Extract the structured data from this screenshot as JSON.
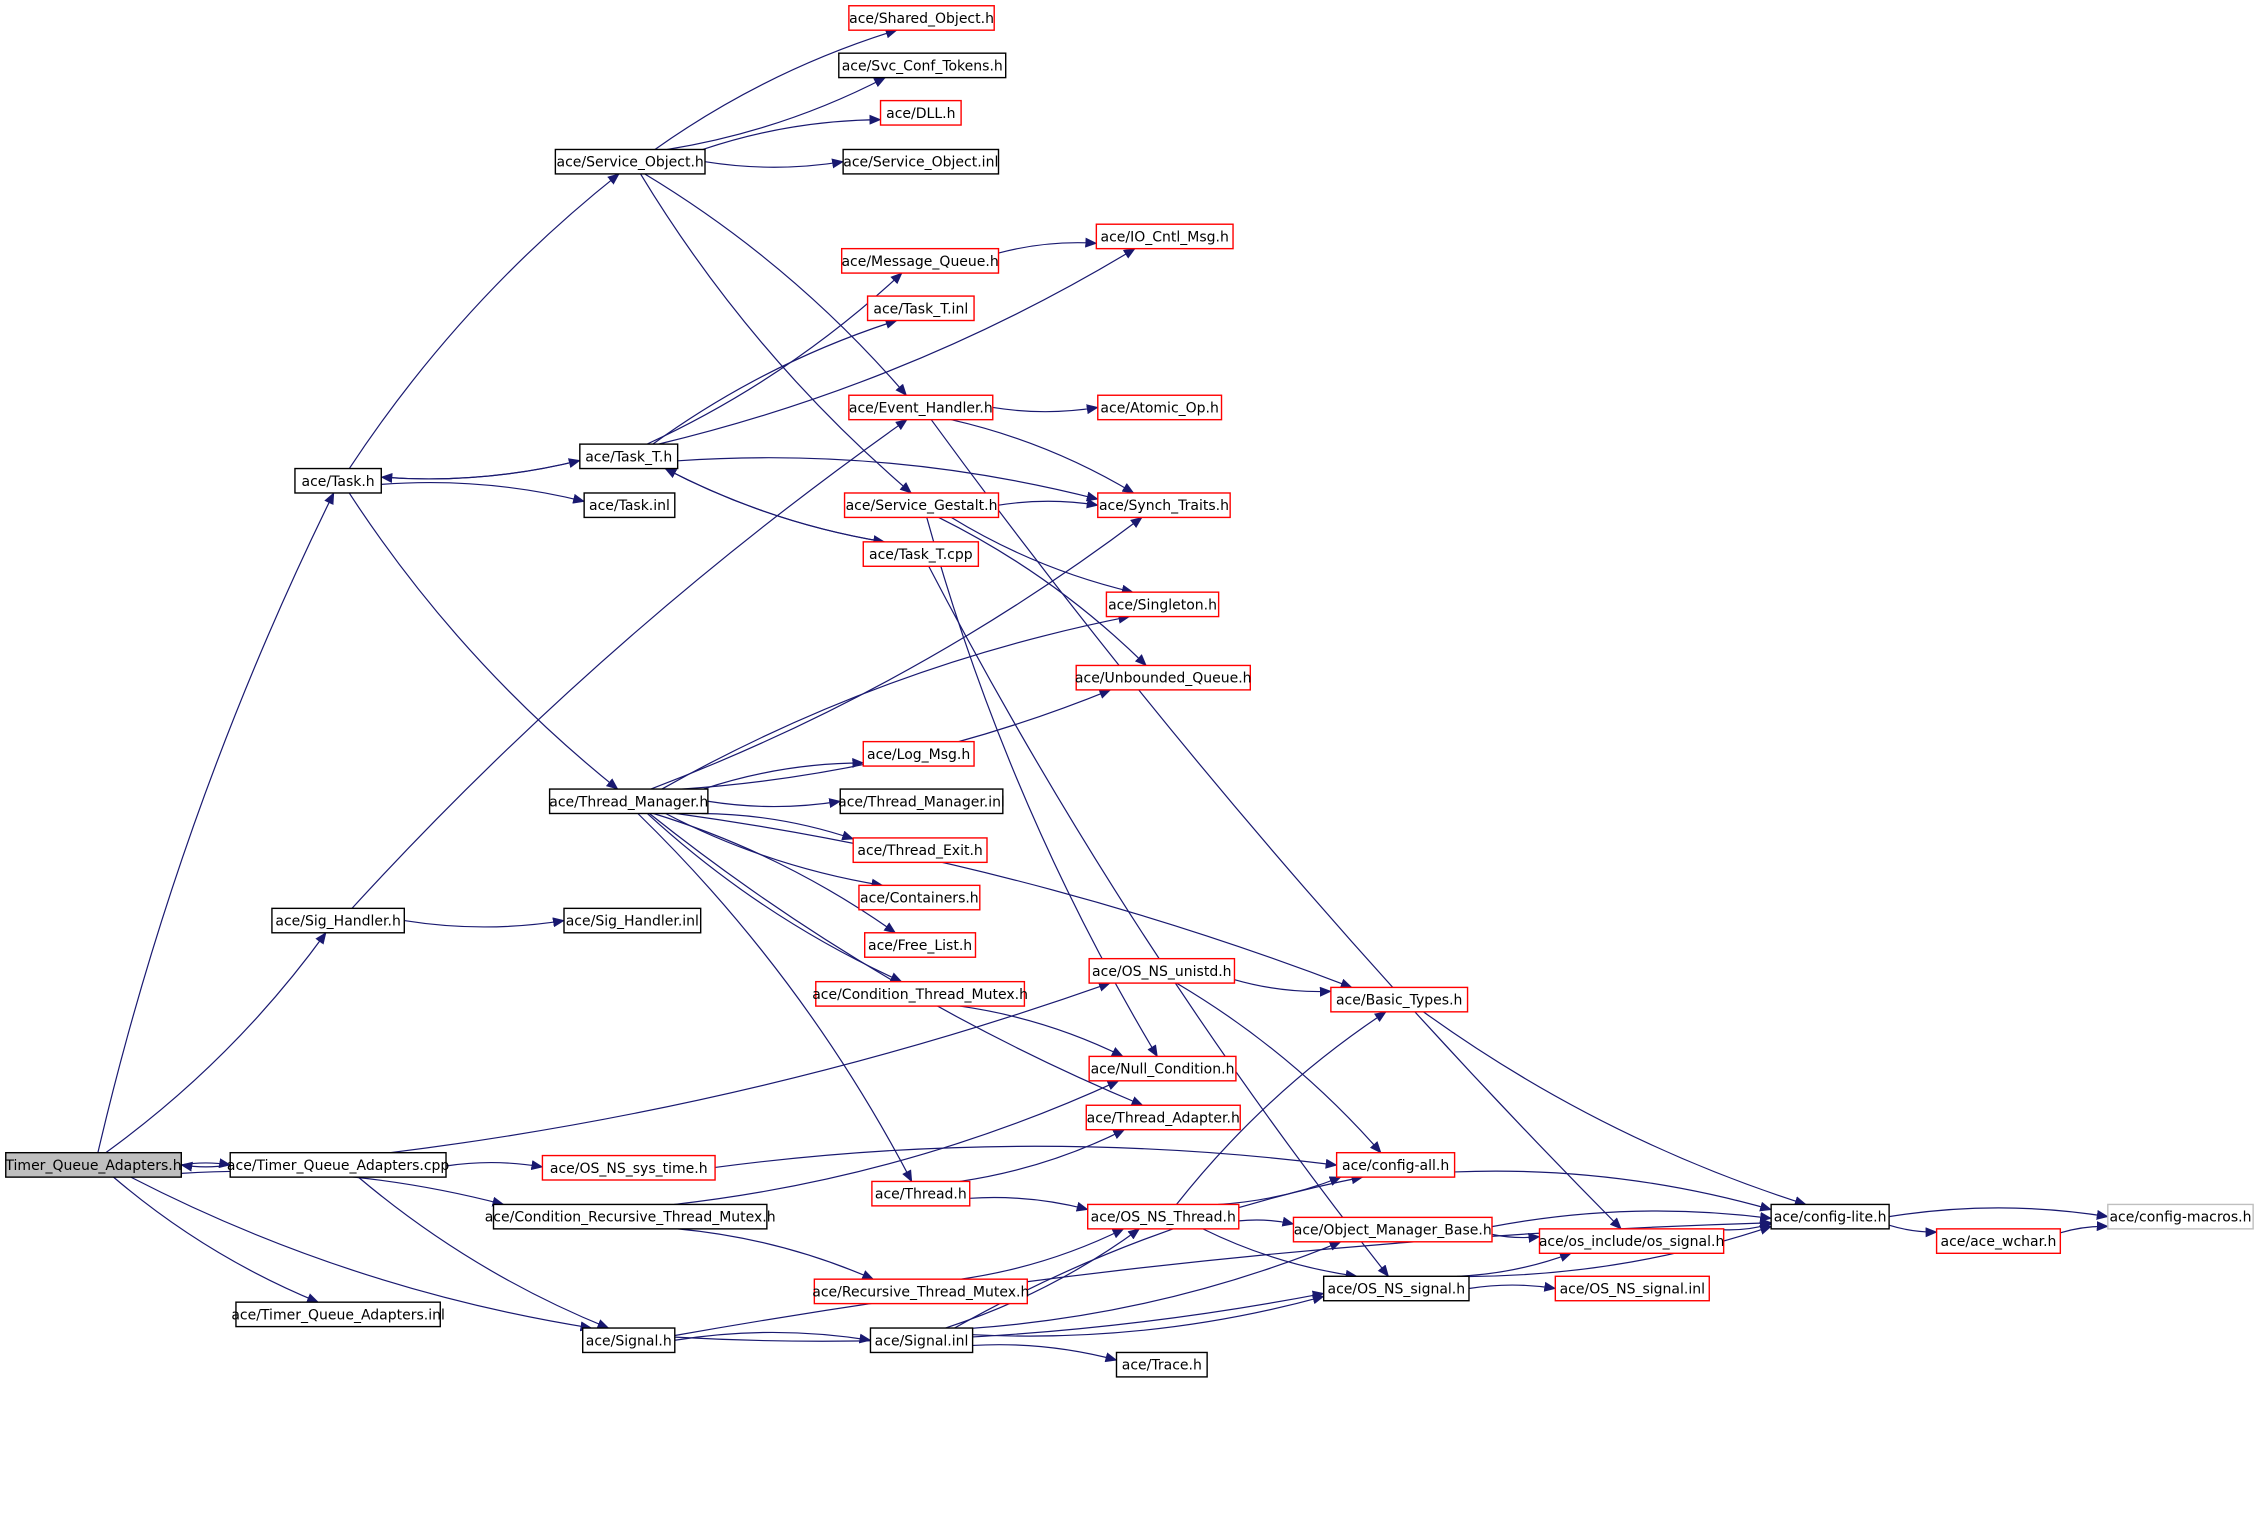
{
  "colors": {
    "edge": "#191970",
    "root_fill": "#bfbfbf",
    "documented_border": "#000000",
    "undocumented_border": "#ff0000",
    "external_border": "#bfbfbf",
    "background": "#ffffff"
  },
  "nodes": [
    {
      "id": "root",
      "label": "Timer_Queue_Adapters.h",
      "kind": "root"
    },
    {
      "id": "timer_cpp",
      "label": "ace/Timer_Queue_Adapters.cpp",
      "kind": "documented"
    },
    {
      "id": "timer_inl",
      "label": "ace/Timer_Queue_Adapters.inl",
      "kind": "documented"
    },
    {
      "id": "task_h",
      "label": "ace/Task.h",
      "kind": "documented"
    },
    {
      "id": "sig_handler_h",
      "label": "ace/Sig_Handler.h",
      "kind": "documented"
    },
    {
      "id": "sig_handler_inl",
      "label": "ace/Sig_Handler.inl",
      "kind": "documented"
    },
    {
      "id": "service_object_h",
      "label": "ace/Service_Object.h",
      "kind": "documented"
    },
    {
      "id": "shared_object_h",
      "label": "ace/Shared_Object.h",
      "kind": "undocumented"
    },
    {
      "id": "svc_conf_tokens_h",
      "label": "ace/Svc_Conf_Tokens.h",
      "kind": "documented"
    },
    {
      "id": "dll_h",
      "label": "ace/DLL.h",
      "kind": "undocumented"
    },
    {
      "id": "service_object_inl",
      "label": "ace/Service_Object.inl",
      "kind": "documented"
    },
    {
      "id": "io_cntl_msg_h",
      "label": "ace/IO_Cntl_Msg.h",
      "kind": "undocumented"
    },
    {
      "id": "message_queue_h",
      "label": "ace/Message_Queue.h",
      "kind": "undocumented"
    },
    {
      "id": "task_t_inl",
      "label": "ace/Task_T.inl",
      "kind": "undocumented"
    },
    {
      "id": "event_handler_h",
      "label": "ace/Event_Handler.h",
      "kind": "undocumented"
    },
    {
      "id": "atomic_op_h",
      "label": "ace/Atomic_Op.h",
      "kind": "undocumented"
    },
    {
      "id": "task_t_h",
      "label": "ace/Task_T.h",
      "kind": "documented"
    },
    {
      "id": "task_inl",
      "label": "ace/Task.inl",
      "kind": "documented"
    },
    {
      "id": "service_gestalt_h",
      "label": "ace/Service_Gestalt.h",
      "kind": "undocumented"
    },
    {
      "id": "synch_traits_h",
      "label": "ace/Synch_Traits.h",
      "kind": "undocumented"
    },
    {
      "id": "task_t_cpp",
      "label": "ace/Task_T.cpp",
      "kind": "undocumented"
    },
    {
      "id": "singleton_h",
      "label": "ace/Singleton.h",
      "kind": "undocumented"
    },
    {
      "id": "unbounded_queue_h",
      "label": "ace/Unbounded_Queue.h",
      "kind": "undocumented"
    },
    {
      "id": "log_msg_h",
      "label": "ace/Log_Msg.h",
      "kind": "undocumented"
    },
    {
      "id": "thread_manager_h",
      "label": "ace/Thread_Manager.h",
      "kind": "documented"
    },
    {
      "id": "thread_manager_inl",
      "label": "ace/Thread_Manager.inl",
      "kind": "documented"
    },
    {
      "id": "thread_exit_h",
      "label": "ace/Thread_Exit.h",
      "kind": "undocumented"
    },
    {
      "id": "containers_h",
      "label": "ace/Containers.h",
      "kind": "undocumented"
    },
    {
      "id": "free_list_h",
      "label": "ace/Free_List.h",
      "kind": "undocumented"
    },
    {
      "id": "condition_thread_mutex_h",
      "label": "ace/Condition_Thread_Mutex.h",
      "kind": "undocumented"
    },
    {
      "id": "os_ns_unistd_h",
      "label": "ace/OS_NS_unistd.h",
      "kind": "undocumented"
    },
    {
      "id": "basic_types_h",
      "label": "ace/Basic_Types.h",
      "kind": "undocumented"
    },
    {
      "id": "null_condition_h",
      "label": "ace/Null_Condition.h",
      "kind": "undocumented"
    },
    {
      "id": "thread_adapter_h",
      "label": "ace/Thread_Adapter.h",
      "kind": "undocumented"
    },
    {
      "id": "os_ns_sys_time_h",
      "label": "ace/OS_NS_sys_time.h",
      "kind": "undocumented"
    },
    {
      "id": "thread_h",
      "label": "ace/Thread.h",
      "kind": "undocumented"
    },
    {
      "id": "config_all_h",
      "label": "ace/config-all.h",
      "kind": "undocumented"
    },
    {
      "id": "condition_recursive_h",
      "label": "ace/Condition_Recursive_Thread_Mutex.h",
      "kind": "documented"
    },
    {
      "id": "os_ns_thread_h",
      "label": "ace/OS_NS_Thread.h",
      "kind": "undocumented"
    },
    {
      "id": "object_manager_base_h",
      "label": "ace/Object_Manager_Base.h",
      "kind": "undocumented"
    },
    {
      "id": "config_lite_h",
      "label": "ace/config-lite.h",
      "kind": "documented"
    },
    {
      "id": "config_macros_h",
      "label": "ace/config-macros.h",
      "kind": "external"
    },
    {
      "id": "os_signal_h",
      "label": "ace/os_include/os_signal.h",
      "kind": "undocumented"
    },
    {
      "id": "ace_wchar_h",
      "label": "ace/ace_wchar.h",
      "kind": "undocumented"
    },
    {
      "id": "recursive_thread_mutex_h",
      "label": "ace/Recursive_Thread_Mutex.h",
      "kind": "undocumented"
    },
    {
      "id": "os_ns_signal_h",
      "label": "ace/OS_NS_signal.h",
      "kind": "documented"
    },
    {
      "id": "os_ns_signal_inl",
      "label": "ace/OS_NS_signal.inl",
      "kind": "undocumented"
    },
    {
      "id": "signal_h",
      "label": "ace/Signal.h",
      "kind": "documented"
    },
    {
      "id": "signal_inl",
      "label": "ace/Signal.inl",
      "kind": "documented"
    },
    {
      "id": "trace_h",
      "label": "ace/Trace.h",
      "kind": "documented"
    }
  ],
  "edges": [
    [
      "root",
      "task_h"
    ],
    [
      "root",
      "sig_handler_h"
    ],
    [
      "root",
      "timer_cpp"
    ],
    [
      "root",
      "timer_inl"
    ],
    [
      "root",
      "condition_recursive_h"
    ],
    [
      "root",
      "signal_h"
    ],
    [
      "timer_cpp",
      "root"
    ],
    [
      "timer_cpp",
      "os_ns_unistd_h"
    ],
    [
      "timer_cpp",
      "os_ns_sys_time_h"
    ],
    [
      "timer_cpp",
      "signal_h"
    ],
    [
      "task_h",
      "service_object_h"
    ],
    [
      "task_h",
      "task_t_h"
    ],
    [
      "task_h",
      "task_inl"
    ],
    [
      "task_h",
      "thread_manager_h"
    ],
    [
      "task_t_h",
      "task_h"
    ],
    [
      "task_t_h",
      "message_queue_h"
    ],
    [
      "task_t_h",
      "task_t_inl"
    ],
    [
      "task_t_h",
      "io_cntl_msg_h"
    ],
    [
      "task_t_h",
      "synch_traits_h"
    ],
    [
      "task_t_h",
      "task_t_cpp"
    ],
    [
      "task_t_cpp",
      "task_t_h"
    ],
    [
      "task_t_cpp",
      "os_ns_signal_h"
    ],
    [
      "service_object_h",
      "shared_object_h"
    ],
    [
      "service_object_h",
      "svc_conf_tokens_h"
    ],
    [
      "service_object_h",
      "dll_h"
    ],
    [
      "service_object_h",
      "service_object_inl"
    ],
    [
      "service_object_h",
      "event_handler_h"
    ],
    [
      "service_object_h",
      "service_gestalt_h"
    ],
    [
      "message_queue_h",
      "io_cntl_msg_h"
    ],
    [
      "event_handler_h",
      "atomic_op_h"
    ],
    [
      "event_handler_h",
      "synch_traits_h"
    ],
    [
      "event_handler_h",
      "os_signal_h"
    ],
    [
      "service_gestalt_h",
      "synch_traits_h"
    ],
    [
      "service_gestalt_h",
      "singleton_h"
    ],
    [
      "service_gestalt_h",
      "unbounded_queue_h"
    ],
    [
      "service_gestalt_h",
      "null_condition_h"
    ],
    [
      "sig_handler_h",
      "event_handler_h"
    ],
    [
      "sig_handler_h",
      "sig_handler_inl"
    ],
    [
      "thread_manager_h",
      "basic_types_h"
    ],
    [
      "thread_manager_h",
      "synch_traits_h"
    ],
    [
      "thread_manager_h",
      "singleton_h"
    ],
    [
      "thread_manager_h",
      "unbounded_queue_h"
    ],
    [
      "thread_manager_h",
      "log_msg_h"
    ],
    [
      "thread_manager_h",
      "thread_manager_inl"
    ],
    [
      "thread_manager_h",
      "thread_exit_h"
    ],
    [
      "thread_manager_h",
      "containers_h"
    ],
    [
      "thread_manager_h",
      "free_list_h"
    ],
    [
      "thread_manager_h",
      "condition_thread_mutex_h"
    ],
    [
      "thread_manager_h",
      "thread_h"
    ],
    [
      "thread_manager_h",
      "thread_adapter_h"
    ],
    [
      "condition_thread_mutex_h",
      "null_condition_h"
    ],
    [
      "condition_recursive_h",
      "null_condition_h"
    ],
    [
      "condition_recursive_h",
      "recursive_thread_mutex_h"
    ],
    [
      "os_ns_unistd_h",
      "basic_types_h"
    ],
    [
      "os_ns_unistd_h",
      "config_all_h"
    ],
    [
      "basic_types_h",
      "config_lite_h"
    ],
    [
      "os_ns_sys_time_h",
      "config_all_h"
    ],
    [
      "thread_h",
      "thread_adapter_h"
    ],
    [
      "thread_h",
      "os_ns_thread_h"
    ],
    [
      "recursive_thread_mutex_h",
      "os_ns_thread_h"
    ],
    [
      "os_ns_thread_h",
      "basic_types_h"
    ],
    [
      "os_ns_thread_h",
      "config_all_h"
    ],
    [
      "os_ns_thread_h",
      "object_manager_base_h"
    ],
    [
      "os_ns_thread_h",
      "os_ns_signal_h"
    ],
    [
      "config_all_h",
      "config_lite_h"
    ],
    [
      "object_manager_base_h",
      "os_signal_h"
    ],
    [
      "object_manager_base_h",
      "config_lite_h"
    ],
    [
      "os_signal_h",
      "config_lite_h"
    ],
    [
      "config_lite_h",
      "config_macros_h"
    ],
    [
      "config_lite_h",
      "ace_wchar_h"
    ],
    [
      "ace_wchar_h",
      "config_macros_h"
    ],
    [
      "os_ns_signal_h",
      "os_signal_h"
    ],
    [
      "os_ns_signal_h",
      "os_ns_signal_inl"
    ],
    [
      "os_ns_signal_h",
      "config_lite_h"
    ],
    [
      "signal_h",
      "signal_inl"
    ],
    [
      "signal_h",
      "os_ns_signal_h"
    ],
    [
      "signal_h",
      "config_lite_h"
    ],
    [
      "signal_inl",
      "os_ns_thread_h"
    ],
    [
      "signal_inl",
      "config_all_h"
    ],
    [
      "signal_inl",
      "object_manager_base_h"
    ],
    [
      "signal_inl",
      "trace_h"
    ],
    [
      "signal_inl",
      "os_ns_signal_h"
    ]
  ]
}
